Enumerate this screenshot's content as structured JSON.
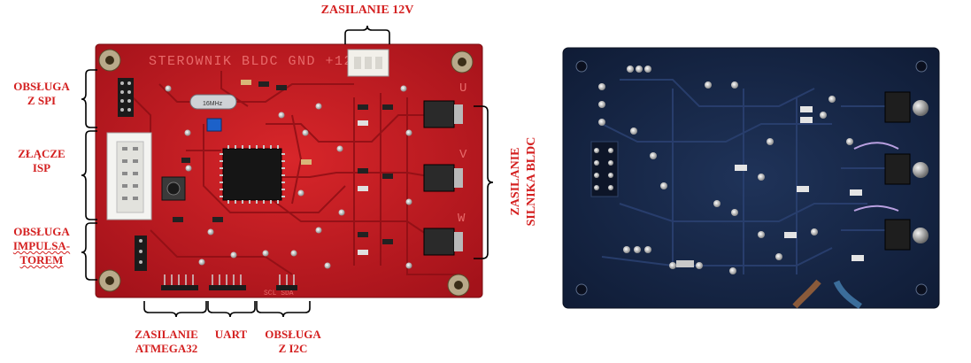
{
  "labels": {
    "zasilanie_12v": "ZASILANIE 12V",
    "spi_line1": "OBSŁUGA",
    "spi_line2": "Z SPI",
    "isp_line1": "ZŁĄCZE",
    "isp_line2": "ISP",
    "imp_line1": "OBSŁUGA",
    "imp_line2": "IMPULSA-",
    "imp_line3": "TOREM",
    "silnik_line1": "ZASILANIE",
    "silnik_line2": "SILNIKA BLDC",
    "atmega_line1": "ZASILANIE",
    "atmega_line2": "ATMEGA32",
    "uart": "UART",
    "i2c_line1": "OBSŁUGA",
    "i2c_line2": "Z I2C"
  },
  "board_silkscreen": {
    "top_text": "STEROWNIK BLDC  GND  +12",
    "phase_u": "U",
    "phase_v": "V",
    "phase_w": "W",
    "crystal": "16MHz",
    "i2c_pads": "SCL SDA"
  },
  "colors": {
    "annotation": "#d42020",
    "front_pcb": "#c41a1f",
    "back_pcb": "#18284a"
  }
}
